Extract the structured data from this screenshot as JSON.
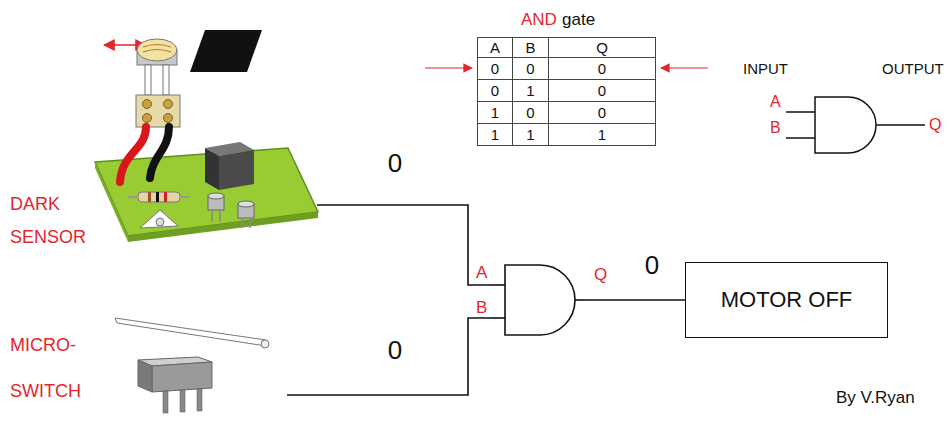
{
  "diagram": {
    "nodes": [
      {
        "text": [
          "DARK SENSOR"
        ]
      },
      {
        "text": [
          "MICRO- SWITCH"
        ]
      },
      {
        "text": [
          "A",
          "B",
          "Q"
        ]
      },
      {
        "text": [
          "MOTOR OFF"
        ]
      }
    ],
    "edges": [
      {
        "from": 0,
        "to": 2,
        "arrow": "none",
        "label": "0"
      },
      {
        "from": 1,
        "to": 2,
        "arrow": "none",
        "label": "0"
      },
      {
        "from": 2,
        "to": 3,
        "arrow": "none",
        "label": "0"
      }
    ],
    "labels": [
      "AND",
      "gate",
      "A",
      "B",
      "Q",
      "0",
      "0",
      "0",
      "0",
      "1",
      "0",
      "1",
      "0",
      "0",
      "1",
      "1",
      "1",
      "INPUT",
      "OUTPUT",
      "A",
      "B",
      "Q",
      "By V.Ryan"
    ]
  }
}
